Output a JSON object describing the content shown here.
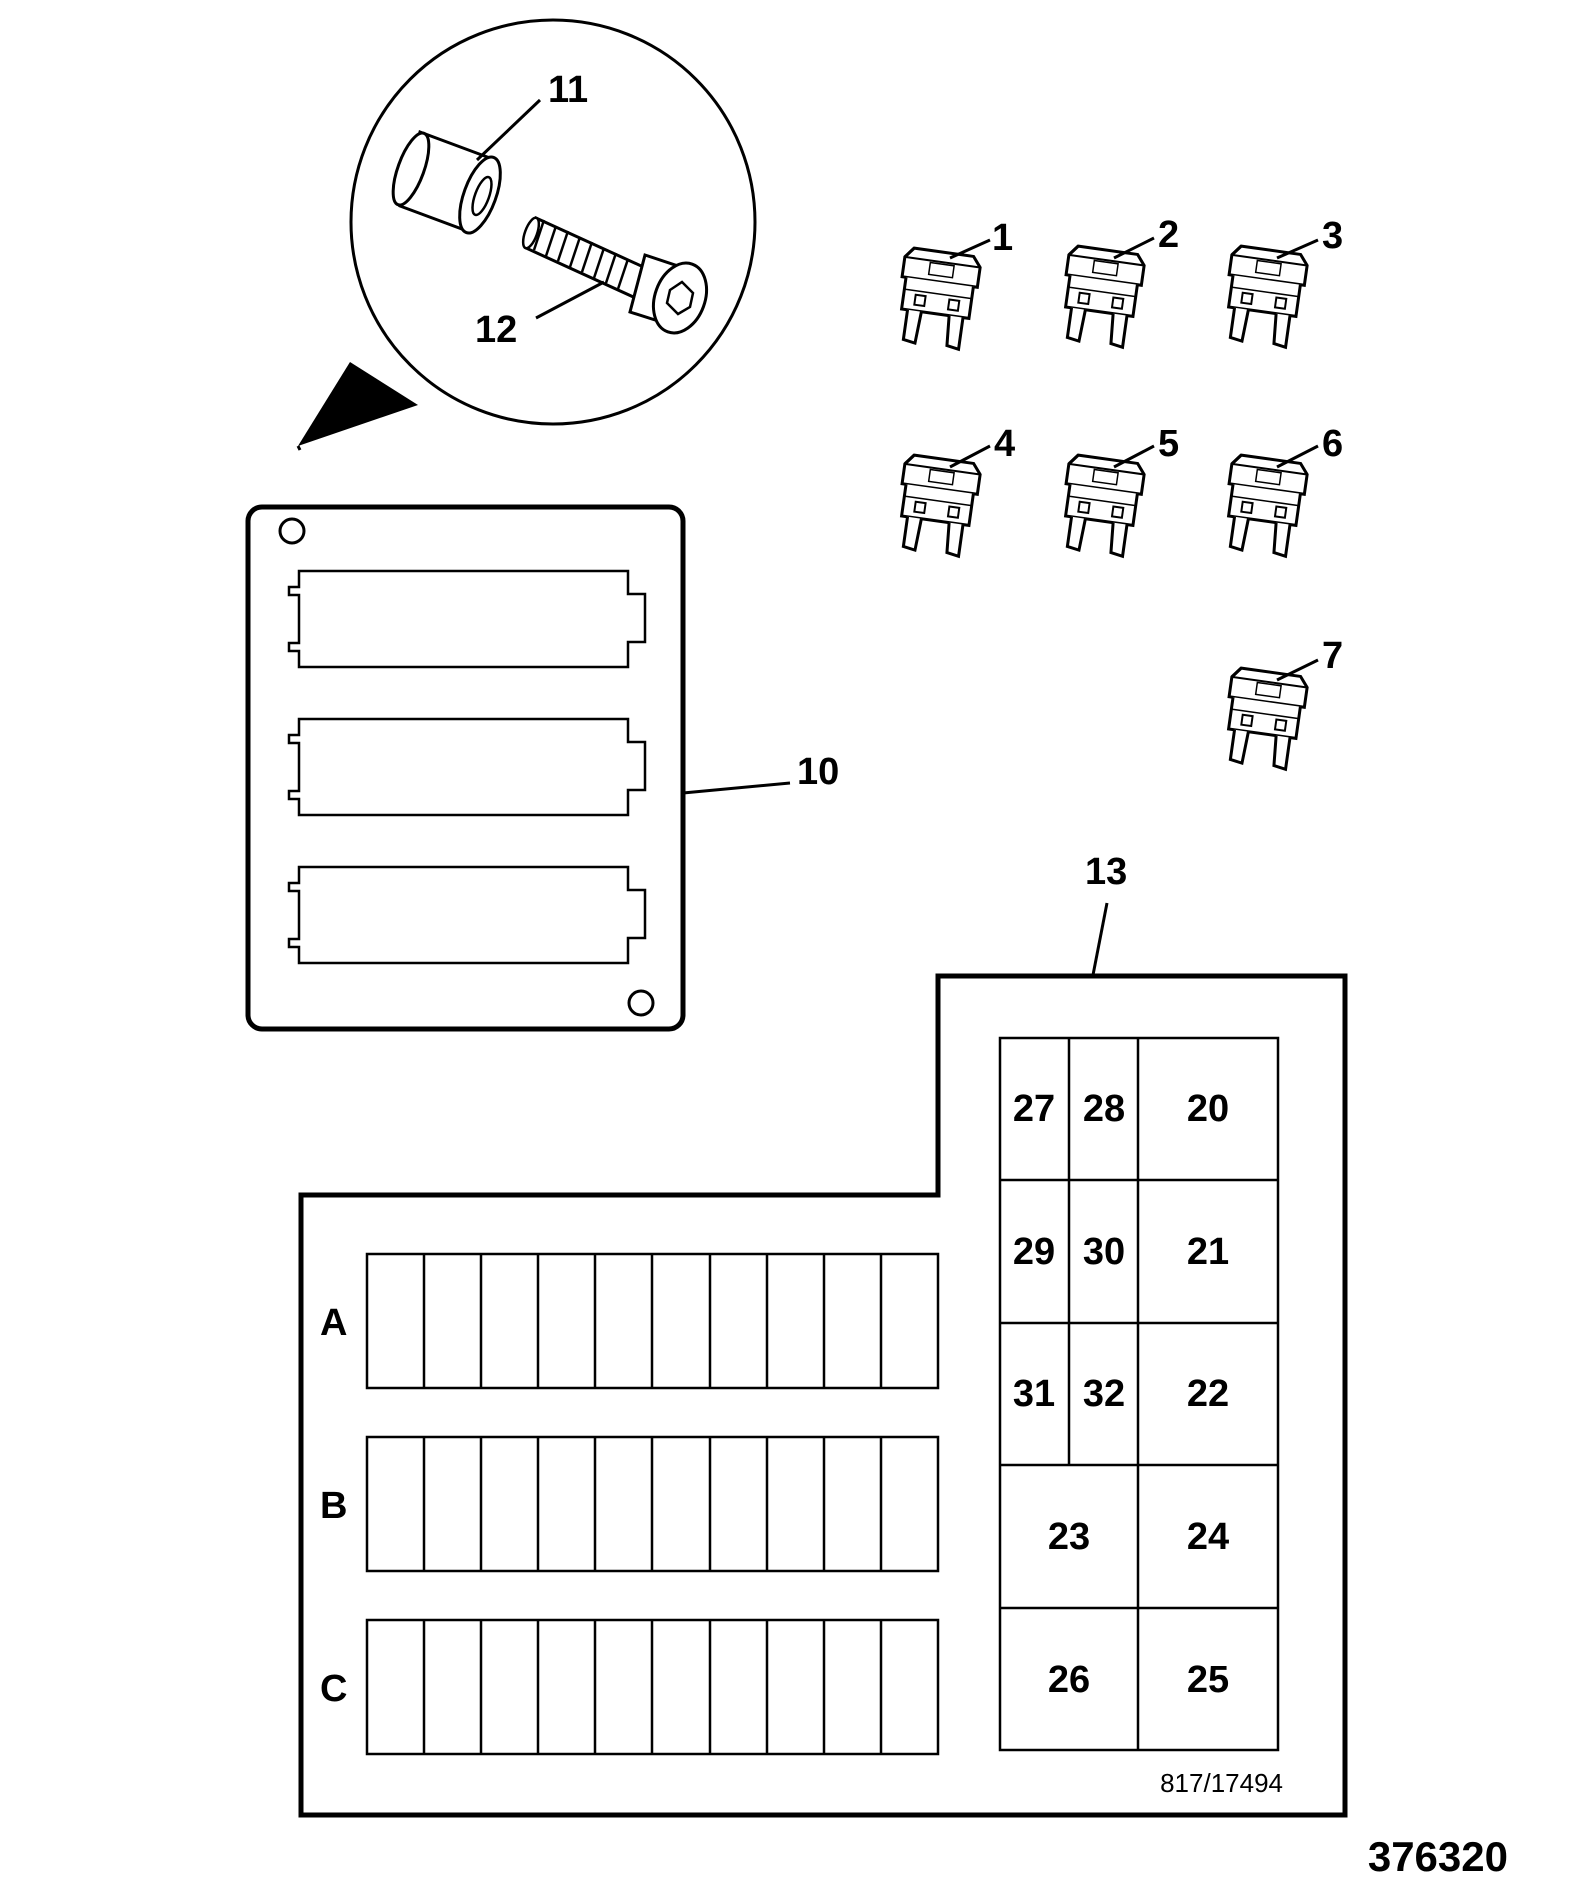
{
  "callouts": {
    "fuse_1": "1",
    "fuse_2": "2",
    "fuse_3": "3",
    "fuse_4": "4",
    "fuse_5": "5",
    "fuse_6": "6",
    "fuse_7": "7",
    "panel_10": "10",
    "spacer_11": "11",
    "screw_12": "12",
    "fusebox_13": "13"
  },
  "rows": {
    "a": "A",
    "b": "B",
    "c": "C"
  },
  "fuse_block": {
    "c27": "27",
    "c28": "28",
    "c20": "20",
    "c29": "29",
    "c30": "30",
    "c21": "21",
    "c31": "31",
    "c32": "32",
    "c22": "22",
    "c23": "23",
    "c24": "24",
    "c26": "26",
    "c25": "25"
  },
  "drawing_ref": "817/17494",
  "part_code": "376320"
}
